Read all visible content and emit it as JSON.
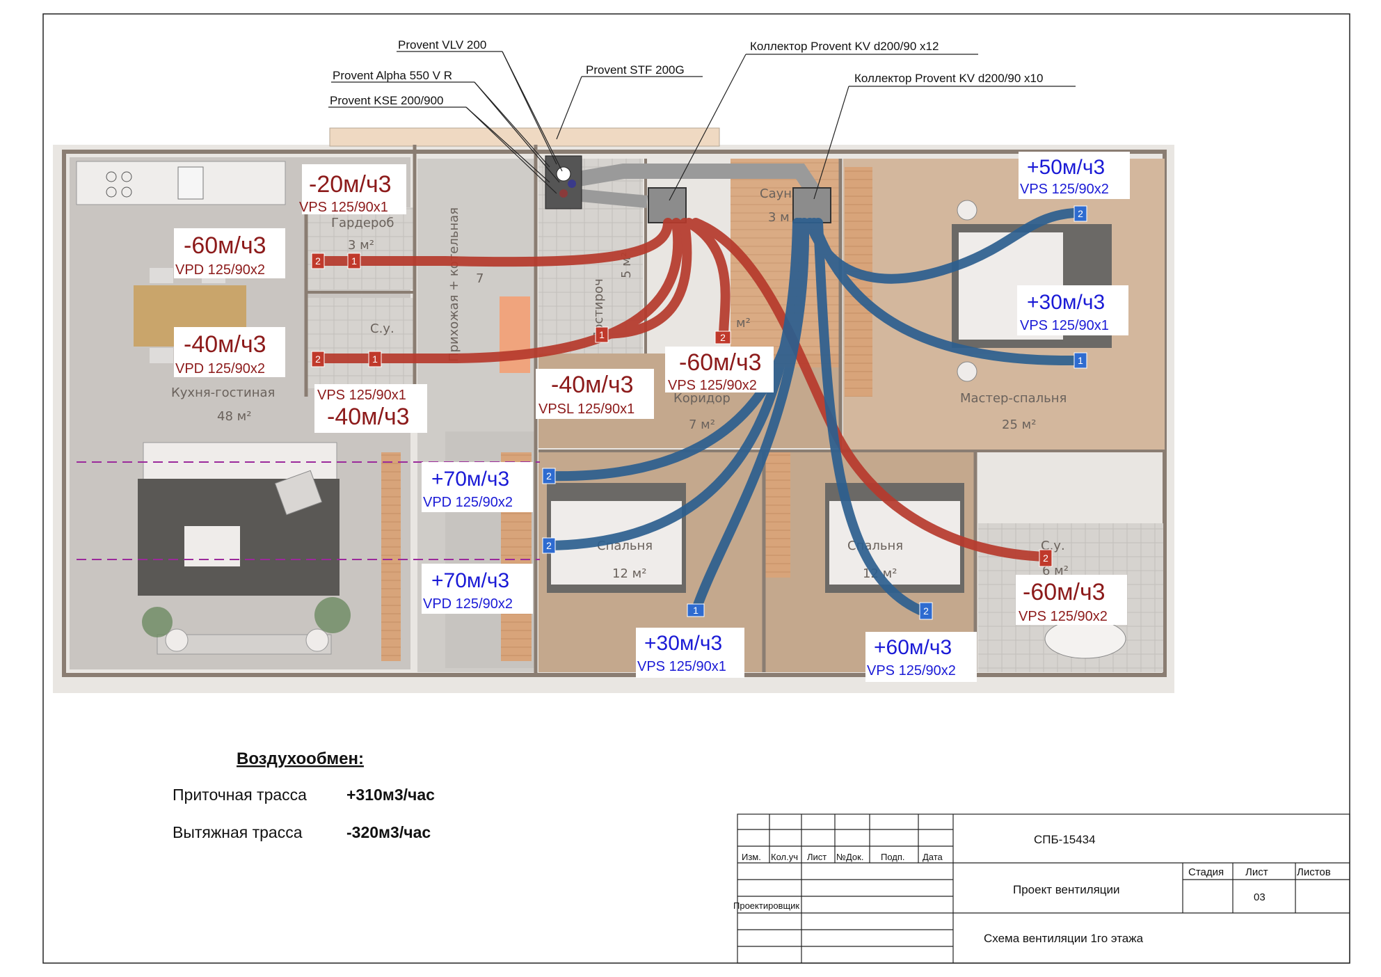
{
  "colors": {
    "supply": "#1a1ad6",
    "exhaust": "#8c1a1a",
    "supply_duct": "#2d5f8f",
    "exhaust_duct": "#b63a2c",
    "floor": "#c9c6c2",
    "wood": "#d9a77b",
    "wall": "#7a6f66"
  },
  "equipment_labels": {
    "vlv": "Provent VLV 200",
    "alpha": "Provent Alpha 550 V R",
    "kse": "Provent KSE 200/900",
    "stf": "Provent STF 200G",
    "kv12": "Коллектор Provent KV d200/90 x12",
    "kv10": "Коллектор Provent KV d200/90 x10"
  },
  "rooms": {
    "garderob": "Гардероб",
    "garderob_area": "3 м²",
    "sauna": "Саун",
    "sauna_area": "3 м",
    "hallway": "Прихожая + котельная",
    "hallway_area": "7",
    "postiroch": "Постироч",
    "postiroch_area": "5 м²",
    "su1": "С.у.",
    "su2_area": "м²",
    "kitchen": "Кухня-гостиная",
    "kitchen_area": "48 м²",
    "corridor": "Коридор",
    "corridor_area": "7 м²",
    "master": "Мастер-спальня",
    "master_area": "25 м²",
    "bedroom1": "Спальня",
    "bedroom1_area": "12 м²",
    "bedroom2": "Спальня",
    "bedroom2_area": "12 м²",
    "su3": "С.у.",
    "su3_area": "6 м²"
  },
  "flows": {
    "f1": {
      "rate": "-20м/ч3",
      "model": "VPS 125/90x1"
    },
    "f2": {
      "rate": "-60м/ч3",
      "model": "VPD 125/90x2"
    },
    "f3": {
      "rate": "-40м/ч3",
      "model": "VPD 125/90x2"
    },
    "f4": {
      "rate": "-40м/ч3",
      "model": "VPS 125/90x1"
    },
    "f5": {
      "rate": "-40м/ч3",
      "model": "VPSL 125/90x1"
    },
    "f6": {
      "rate": "-60м/ч3",
      "model": "VPS 125/90x2"
    },
    "f7": {
      "rate": "+50м/ч3",
      "model": "VPS 125/90x2"
    },
    "f8": {
      "rate": "+30м/ч3",
      "model": "VPS 125/90x1"
    },
    "f9": {
      "rate": "+70м/ч3",
      "model": "VPD 125/90x2"
    },
    "f10": {
      "rate": "+70м/ч3",
      "model": "VPD 125/90x2"
    },
    "f11": {
      "rate": "+30м/ч3",
      "model": "VPS 125/90x1"
    },
    "f12": {
      "rate": "+60м/ч3",
      "model": "VPS 125/90x2"
    },
    "f13": {
      "rate": "-60м/ч3",
      "model": "VPS 125/90x2"
    }
  },
  "terminal_numbers": {
    "one": "1",
    "two": "2"
  },
  "summary": {
    "heading": "Воздухообмен:",
    "supply_label": "Приточная трасса",
    "supply_value": "+310м3/час",
    "exhaust_label": "Вытяжная трасса",
    "exhaust_value": "-320м3/час"
  },
  "title_block": {
    "code": "СПБ-15434",
    "col_izm": "Изм.",
    "col_koluch": "Кол.уч",
    "col_list": "Лист",
    "col_ndok": "№Док.",
    "col_podp": "Подп.",
    "col_data": "Дата",
    "designer": "Проектировщик",
    "project": "Проект вентиляции",
    "stage": "Стадия",
    "sheet": "Лист",
    "sheets": "Листов",
    "sheet_no": "03",
    "scheme": "Схема вентиляции 1го этажа"
  }
}
